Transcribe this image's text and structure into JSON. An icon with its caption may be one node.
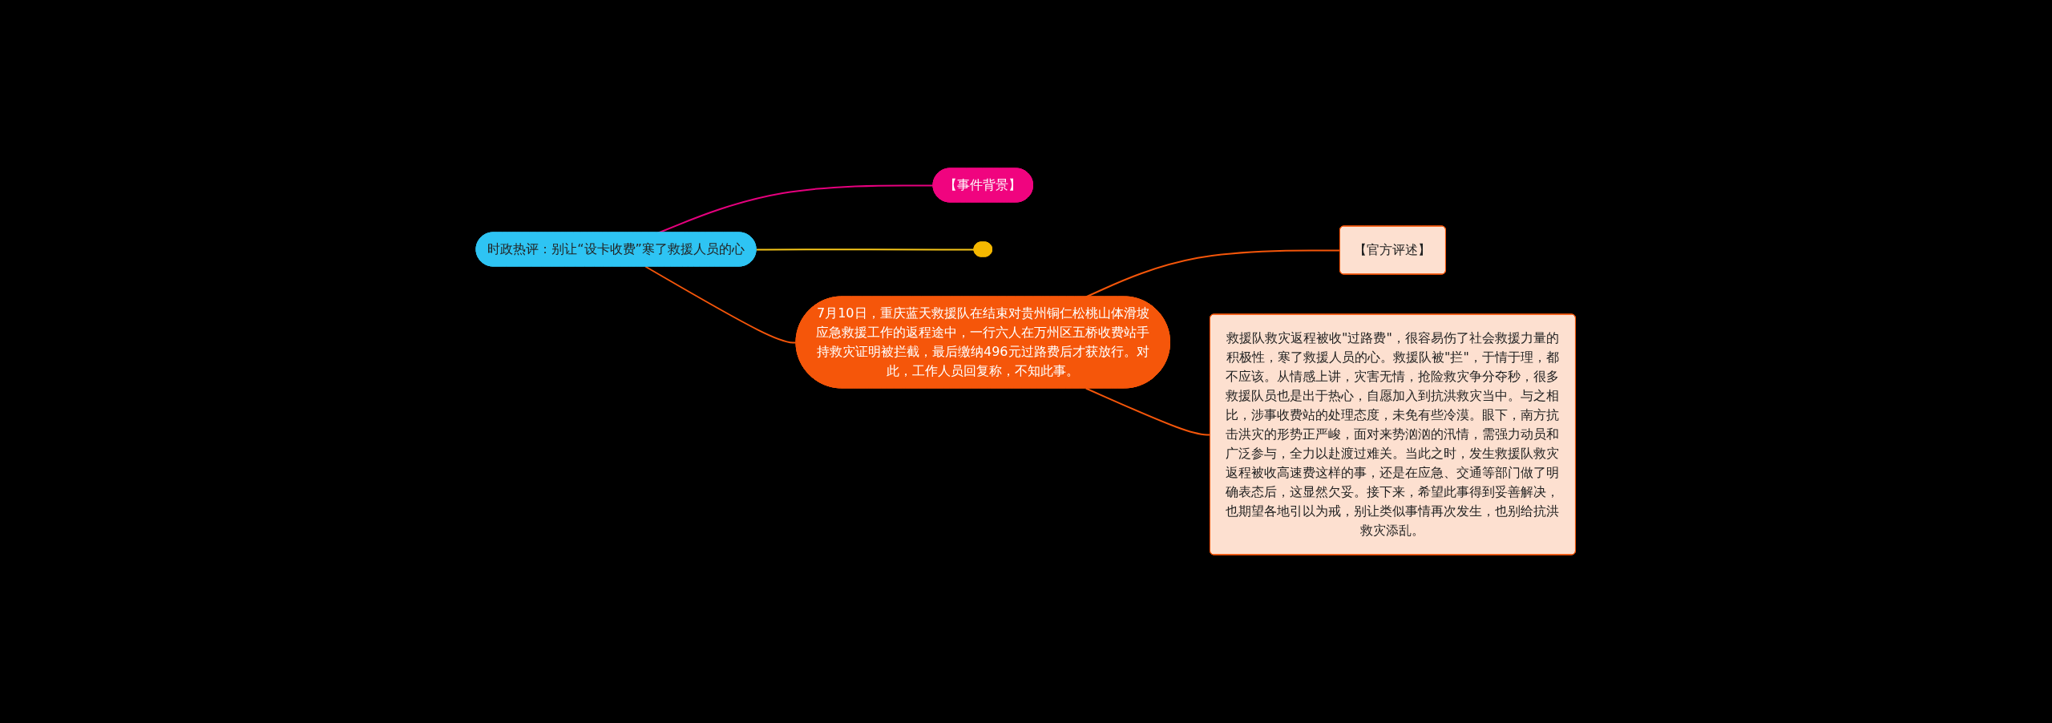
{
  "diagram": {
    "nodes": [
      {
        "text": [
          "时政热评：别让“设卡收费”寒了救援人员的心"
        ]
      },
      {
        "text": [
          "【事件背景】"
        ]
      },
      {
        "text": [],
        "shape": "box"
      },
      {
        "text": [
          "7月10日，重庆蓝天救援队在结束对贵州铜仁松桃山体滑坡应急救援工作的返程途中，一行六人在万州区五桥收费站手持救灾证明被拦截，最后缴纳496元过路费后才获放行。对此，工作人员回复称，不知此事。"
        ]
      },
      {
        "text": [
          "【官方评述】"
        ]
      },
      {
        "text": [
          "救援队救灾返程被收\"过路费\"，很容易伤了社会救援力量的积极性，寒了救援人员的心。救援队被\"拦\"，于情于理，都不应该。从情感上讲，灾害无情，抢险救灾争分夺秒，很多救援队员也是出于热心，自愿加入到抗洪救灾当中。与之相比，涉事收费站的处理态度，未免有些冷漠。眼下，南方抗击洪灾的形势正严峻，面对来势汹汹的汛情，需强力动员和广泛参与，全力以赴渡过难关。当此之时，发生救援队救灾返程被收高速费这样的事，还是在应急、交通等部门做了明确表态后，这显然欠妥。接下来，希望此事得到妥善解决，也期望各地引以为戒，别让类似事情再次发生，也别给抗洪救灾添乱。"
        ]
      }
    ],
    "edges": [
      {
        "from": 0,
        "to": 1,
        "arrow": "none",
        "color": "#e6007e"
      },
      {
        "from": 0,
        "to": 2,
        "arrow": "none",
        "color": "#f5c518"
      },
      {
        "from": 0,
        "to": 3,
        "arrow": "none"
      },
      {
        "from": 3,
        "to": 4,
        "arrow": "none"
      },
      {
        "from": 3,
        "to": 5,
        "arrow": "none"
      }
    ]
  }
}
